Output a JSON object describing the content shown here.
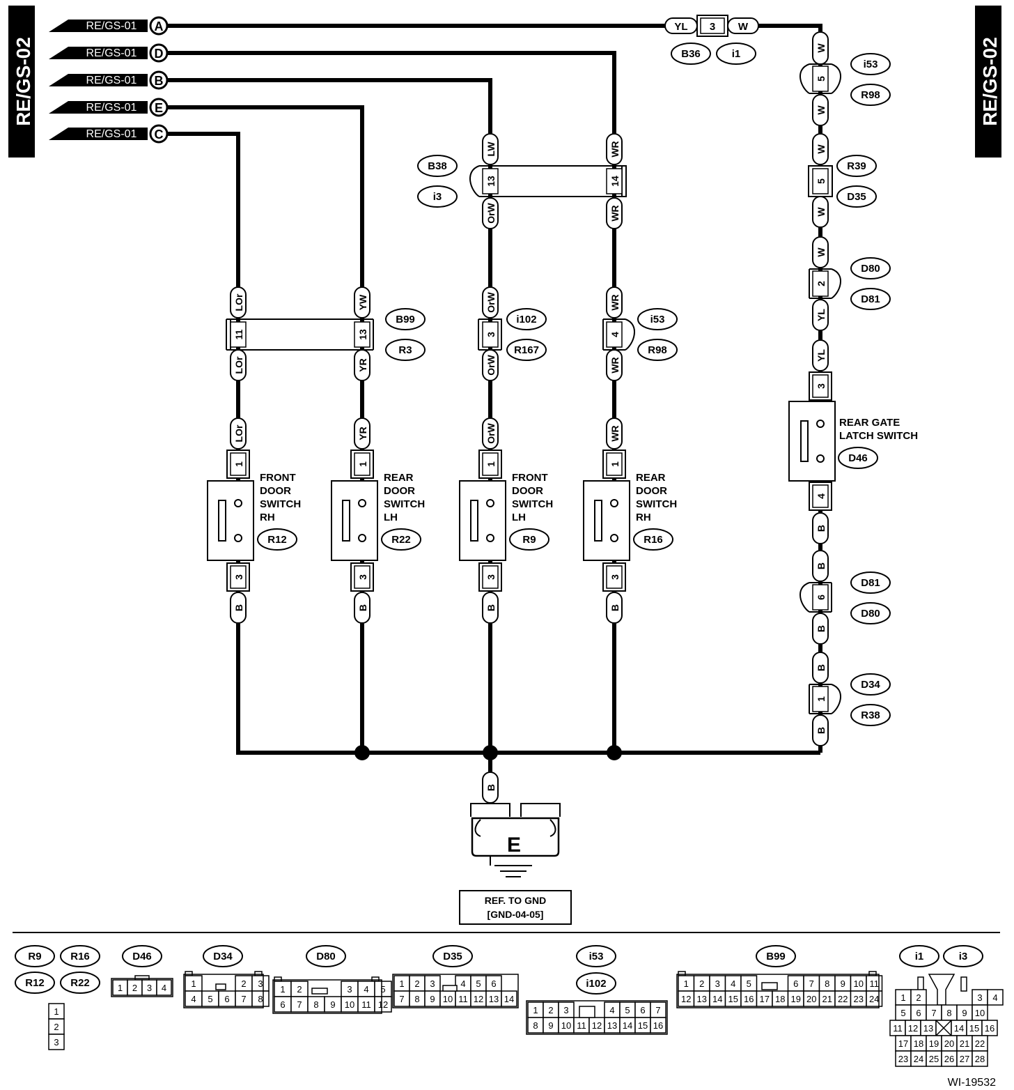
{
  "side_labels": {
    "left": "RE/GS-02",
    "right": "RE/GS-02"
  },
  "references": [
    {
      "ref": "RE/GS-01",
      "letter": "A"
    },
    {
      "ref": "RE/GS-01",
      "letter": "D"
    },
    {
      "ref": "RE/GS-01",
      "letter": "B"
    },
    {
      "ref": "RE/GS-01",
      "letter": "E"
    },
    {
      "ref": "RE/GS-01",
      "letter": "C"
    }
  ],
  "top_connector": {
    "left_wire": "YL",
    "pin": "3",
    "right_wire": "W",
    "ids": [
      "B36",
      "i1"
    ]
  },
  "wire_codes": {
    "w": "W",
    "lw": "LW",
    "orw": "OrW",
    "wr": "WR",
    "lor": "LOr",
    "yw": "YW",
    "yr": "YR",
    "yl": "YL",
    "b": "B"
  },
  "pins": {
    "p1": "1",
    "p2": "2",
    "p3": "3",
    "p4": "4",
    "p5": "5",
    "p6": "6",
    "p11": "11",
    "p13": "13",
    "p14": "14"
  },
  "connector_ids": {
    "i53": "i53",
    "R98": "R98",
    "R39": "R39",
    "D35": "D35",
    "D80": "D80",
    "D81": "D81",
    "D46": "D46",
    "D34": "D34",
    "R38": "R38",
    "B38": "B38",
    "i3": "i3",
    "B99": "B99",
    "R3": "R3",
    "i102": "i102",
    "R167": "R167",
    "R12": "R12",
    "R22": "R22",
    "R9": "R9",
    "R16": "R16",
    "i1": "i1"
  },
  "switches": {
    "s1": [
      "FRONT",
      "DOOR",
      "SWITCH",
      "RH"
    ],
    "s2": [
      "REAR",
      "DOOR",
      "SWITCH",
      "LH"
    ],
    "s3": [
      "FRONT",
      "DOOR",
      "SWITCH",
      "LH"
    ],
    "s4": [
      "REAR",
      "DOOR",
      "SWITCH",
      "RH"
    ],
    "latch": [
      "REAR GATE",
      "LATCH SWITCH"
    ]
  },
  "ground": {
    "letter": "E",
    "ref_line1": "REF. TO GND",
    "ref_line2": "[GND-04-05]"
  },
  "footer_id": "WI-19532"
}
